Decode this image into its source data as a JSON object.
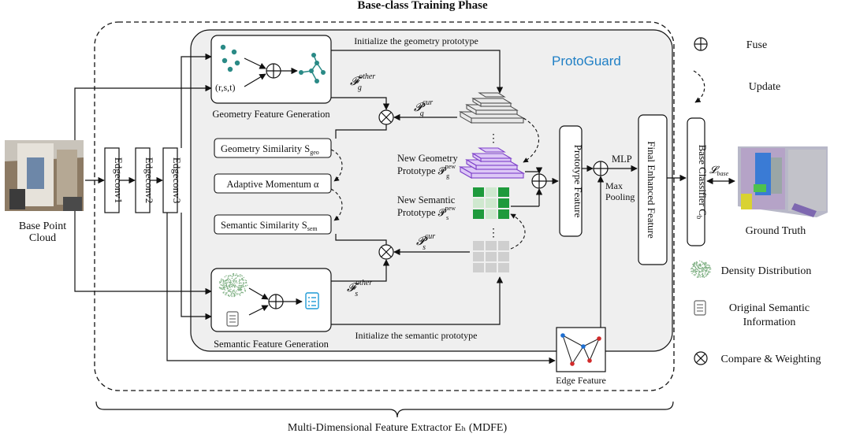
{
  "title": "Base-class Training Phase",
  "inputs": {
    "cloud_label_line1": "Base Point",
    "cloud_label_line2": "Cloud"
  },
  "encoders": [
    "Edgeconv1",
    "Edgeconv2",
    "Edgeconv3"
  ],
  "protoguard": "ProtoGuard",
  "geometry": {
    "rst": "(r,s,t)",
    "block_label": "Geometry Feature Generation",
    "init_label": "Initialize the geometry prototype",
    "f_other": "𝓕",
    "f_other_sup": "other",
    "f_other_sub": "g",
    "p_cur": "𝓟",
    "p_cur_sup": "cur",
    "p_cur_sub": "g",
    "new_label_line1": "New Geometry",
    "new_label_line2": "Prototype 𝓟",
    "new_sup": "new",
    "new_sub": "g"
  },
  "semantic": {
    "block_label": "Semantic Feature Generation",
    "init_label": "Initialize the semantic prototype",
    "f_other": "𝓕",
    "f_other_sup": "other",
    "f_other_sub": "s",
    "p_cur": "𝓟",
    "p_cur_sup": "cur",
    "p_cur_sub": "s",
    "new_label_line1": "New Semantic",
    "new_label_line2": "Prototype 𝓟",
    "new_sup": "new",
    "new_sub": "s"
  },
  "similarity": {
    "geo": "Geometry Similarity S",
    "geo_sub": "geo",
    "momentum": "Adaptive Momentum α",
    "sem": "Semantic Similarity S",
    "sem_sub": "sem"
  },
  "prototype_feature": "Prototype Feature",
  "mlp": "MLP",
  "max_pooling_line1": "Max",
  "max_pooling_line2": "Pooling",
  "final_feature": "Final Enhanced Feature",
  "edge_feature": "Edge Feature",
  "classifier": "Base Classifier C",
  "classifier_sub": "b",
  "loss": "𝓛",
  "loss_sub": "base",
  "ground_truth": "Ground Truth",
  "extractor_label": "Multi-Dimensional Feature Extractor Eₕ (MDFE)",
  "legend": {
    "fuse": "Fuse",
    "update": "Update",
    "density": "Density Distribution",
    "semantic_line1": "Original Semantic",
    "semantic_line2": "Information",
    "compare": "Compare & Weighting"
  },
  "colors": {
    "accent": "#1f7fc5",
    "green": "#1e9a3c",
    "purple": "#7d3fc9",
    "box_bg": "#efefef"
  }
}
